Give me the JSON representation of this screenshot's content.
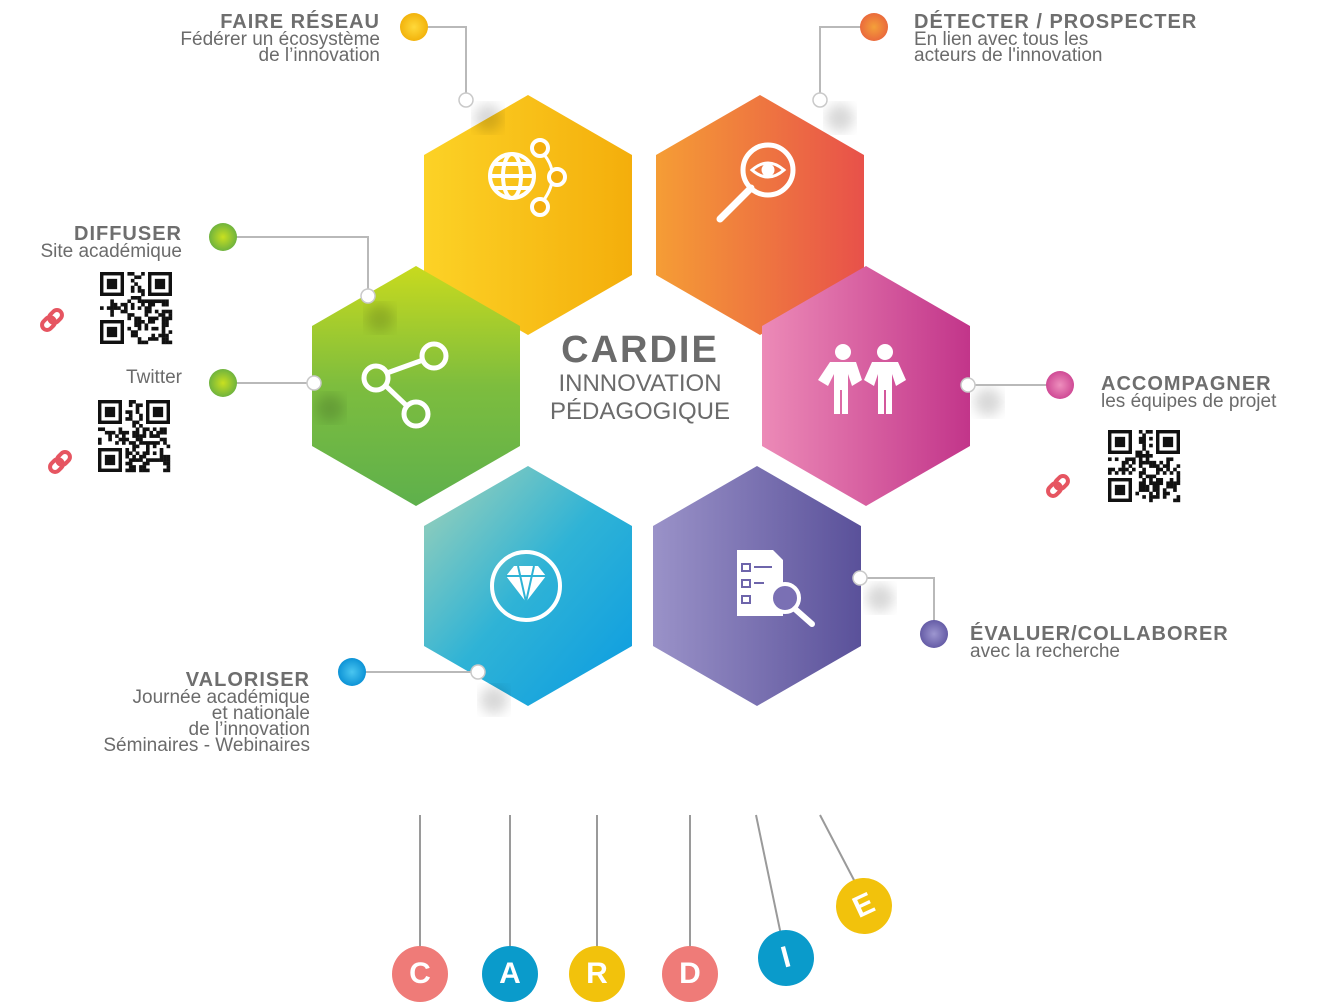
{
  "center": {
    "title": "CARDIE",
    "line1": "INNNOVATION",
    "line2": "PÉDAGOGIQUE"
  },
  "colors": {
    "yellow": "#f6c21a",
    "orange": "#ee7a3a",
    "green": "#7fbf3a",
    "pink": "#d9559a",
    "blue": "#1aa7d8",
    "purple": "#7d72b3",
    "salmon": "#ef7b78",
    "cyan": "#0aa6cf"
  },
  "hexagons": [
    {
      "id": "reseau",
      "icon": "globe-network-icon"
    },
    {
      "id": "detecter",
      "icon": "magnifier-eye-icon"
    },
    {
      "id": "diffuser",
      "icon": "share-icon"
    },
    {
      "id": "accompagner",
      "icon": "people-icon"
    },
    {
      "id": "valoriser",
      "icon": "diamond-icon"
    },
    {
      "id": "evaluer",
      "icon": "checklist-search-icon"
    }
  ],
  "labels": {
    "reseau": {
      "title": "FAIRE RÉSEAU",
      "lines": [
        "Fédérer un écosystème",
        "de l’innovation"
      ]
    },
    "detecter": {
      "title": "DÉTECTER / PROSPECTER",
      "lines": [
        "En lien avec tous les",
        "acteurs de l'innovation"
      ]
    },
    "diffuser": {
      "title": "DIFFUSER",
      "lines": [
        "Site académique"
      ]
    },
    "twitter": {
      "lines": [
        "Twitter"
      ]
    },
    "accompagner": {
      "title": "ACCOMPAGNER",
      "lines": [
        "les équipes de projet"
      ]
    },
    "evaluer": {
      "title": "ÉVALUER/COLLABORER",
      "lines": [
        "avec la recherche"
      ]
    },
    "valoriser": {
      "title": "VALORISER",
      "lines": [
        "Journée académique",
        "et nationale",
        "de l’innovation",
        "Séminaires - Webinaires"
      ]
    }
  },
  "letters": [
    "C",
    "A",
    "R",
    "D",
    "I",
    "E"
  ],
  "qr_icons": [
    "qr-code-icon",
    "link-icon"
  ]
}
